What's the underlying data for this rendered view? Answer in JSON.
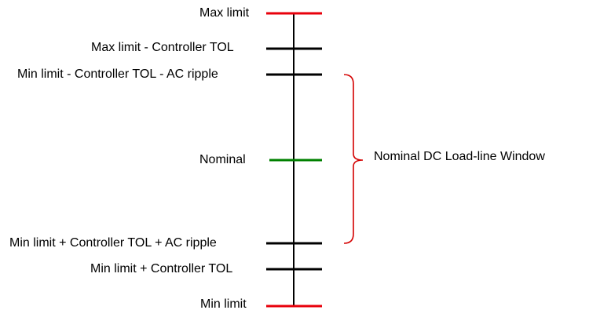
{
  "levels": {
    "max_limit": {
      "label": "Max limit",
      "color": "#e8000b"
    },
    "max_minus_tol": {
      "label": "Max limit - Controller TOL",
      "color": "#000000"
    },
    "min_minus_tol_ripple": {
      "label": "Min limit - Controller TOL - AC ripple",
      "color": "#000000"
    },
    "nominal": {
      "label": "Nominal",
      "color": "#008000"
    },
    "min_plus_tol_ripple": {
      "label": "Min limit + Controller TOL + AC ripple",
      "color": "#000000"
    },
    "min_plus_tol": {
      "label": "Min limit + Controller TOL",
      "color": "#000000"
    },
    "min_limit": {
      "label": "Min limit",
      "color": "#e8000b"
    }
  },
  "bracket": {
    "label": "Nominal DC Load-line Window",
    "color": "#d40000"
  }
}
